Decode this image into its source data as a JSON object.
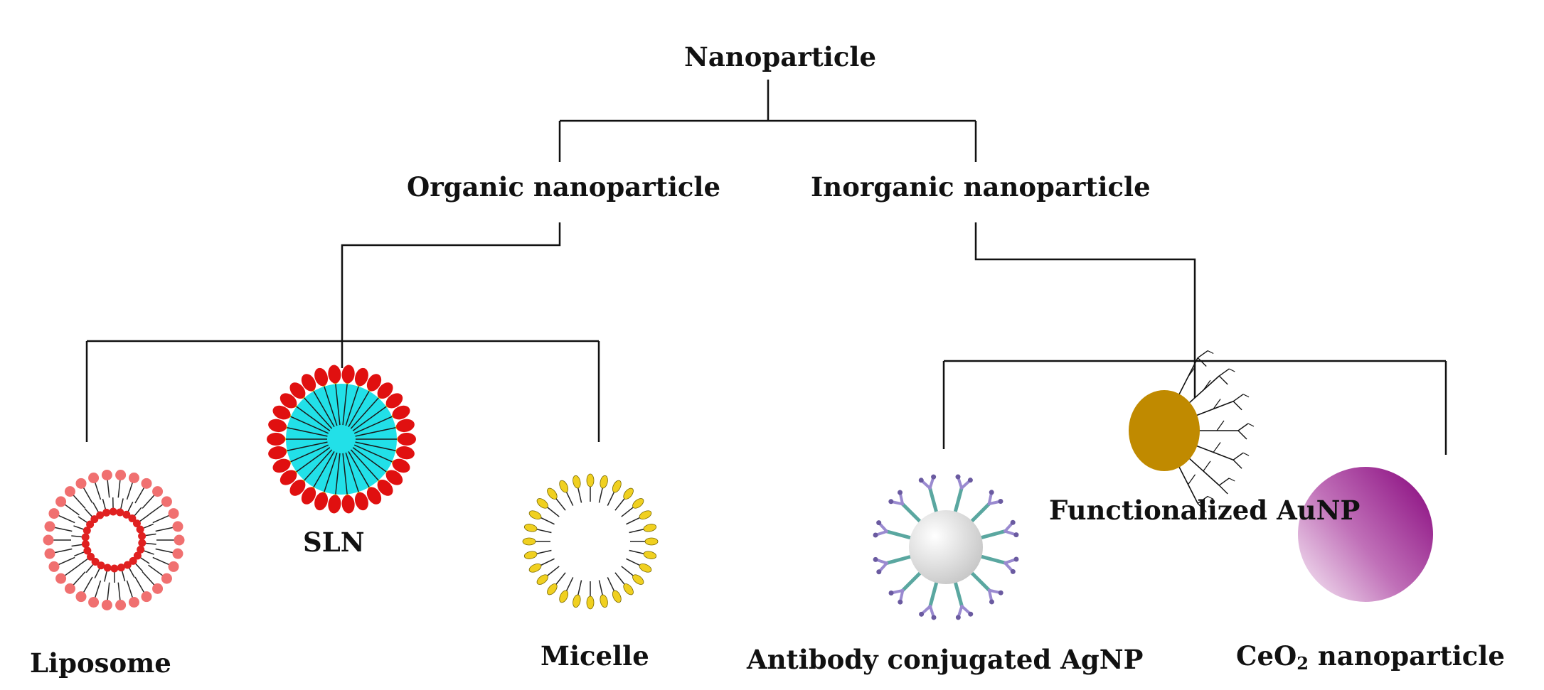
{
  "diagram": {
    "root": {
      "label": "Nanoparticle"
    },
    "categories": [
      {
        "label": "Organic nanoparticle"
      },
      {
        "label": "Inorganic nanoparticle"
      }
    ],
    "organic_items": [
      {
        "label": "Liposome",
        "icon": "liposome-icon"
      },
      {
        "label": "SLN",
        "icon": "sln-icon"
      },
      {
        "label": "Micelle",
        "icon": "micelle-icon"
      }
    ],
    "inorganic_items": [
      {
        "label": "Antibody conjugated AgNP",
        "icon": "antibody-agnp-icon"
      },
      {
        "label": "Functionalized AuNP",
        "icon": "functionalized-aunp-icon"
      },
      {
        "label_prefix": "CeO",
        "label_subscript": "2",
        "label_suffix": " nanoparticle",
        "icon": "ceo2-sphere-icon"
      }
    ],
    "colors": {
      "line": "#111111",
      "liposome_head": "#f07070",
      "liposome_inner": "#e02020",
      "sln_head": "#e01010",
      "sln_core": "#22e0e8",
      "sln_tail": "#e8c010",
      "micelle_head": "#f0d020",
      "aunp": "#c08a00",
      "agnp": "#d8d8d8",
      "antibody": "#5aa7a0",
      "antibody_tip": "#9a8ad0",
      "ceo2": "#9a1890"
    }
  }
}
